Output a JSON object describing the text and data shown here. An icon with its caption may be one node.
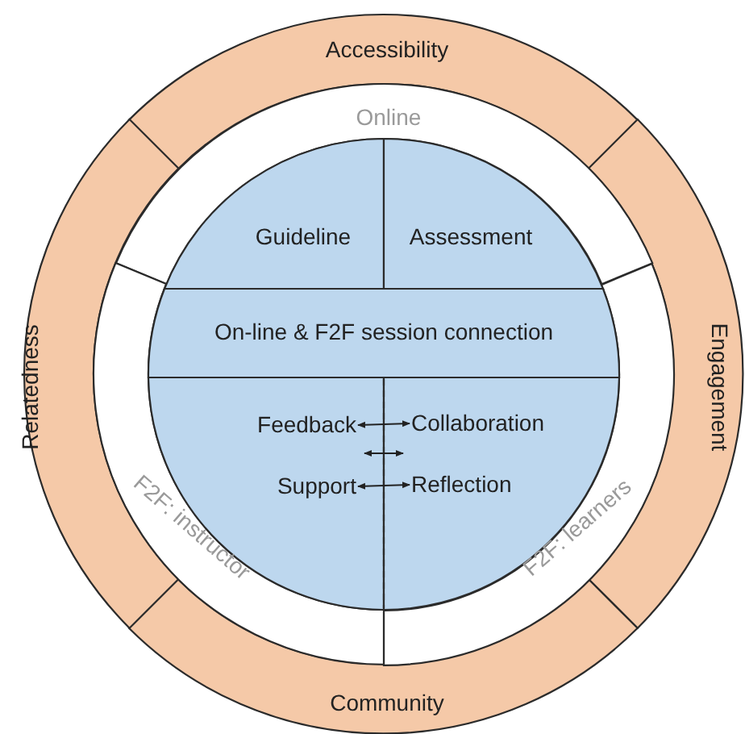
{
  "diagram": {
    "nodes": [
      {
        "text": [
          "Accessibility"
        ]
      },
      {
        "text": [
          "Engagement"
        ]
      },
      {
        "text": [
          "Community"
        ]
      },
      {
        "text": [
          "Relatedness"
        ]
      },
      {
        "text": [
          "Online"
        ]
      },
      {
        "text": [
          "F2F: learners"
        ]
      },
      {
        "text": [
          "F2F: instructor"
        ]
      },
      {
        "text": [
          "Guideline"
        ]
      },
      {
        "text": [
          "Assessment"
        ]
      },
      {
        "text": [
          "On-line & F2F session connection"
        ]
      },
      {
        "text": [],
        "shape": "sector"
      },
      {
        "text": [
          "Feedback"
        ],
        "in": 10
      },
      {
        "text": [
          "Support"
        ],
        "in": 10
      },
      {
        "text": [],
        "shape": "sector"
      },
      {
        "text": [
          "Collaboration"
        ],
        "in": 13
      },
      {
        "text": [
          "Reflection"
        ],
        "in": 13
      }
    ],
    "edges": [
      {
        "from": 11,
        "to": 14,
        "arrow": "both"
      },
      {
        "from": 10,
        "to": 13,
        "arrow": "both"
      },
      {
        "from": 12,
        "to": 15,
        "arrow": "both"
      }
    ]
  }
}
